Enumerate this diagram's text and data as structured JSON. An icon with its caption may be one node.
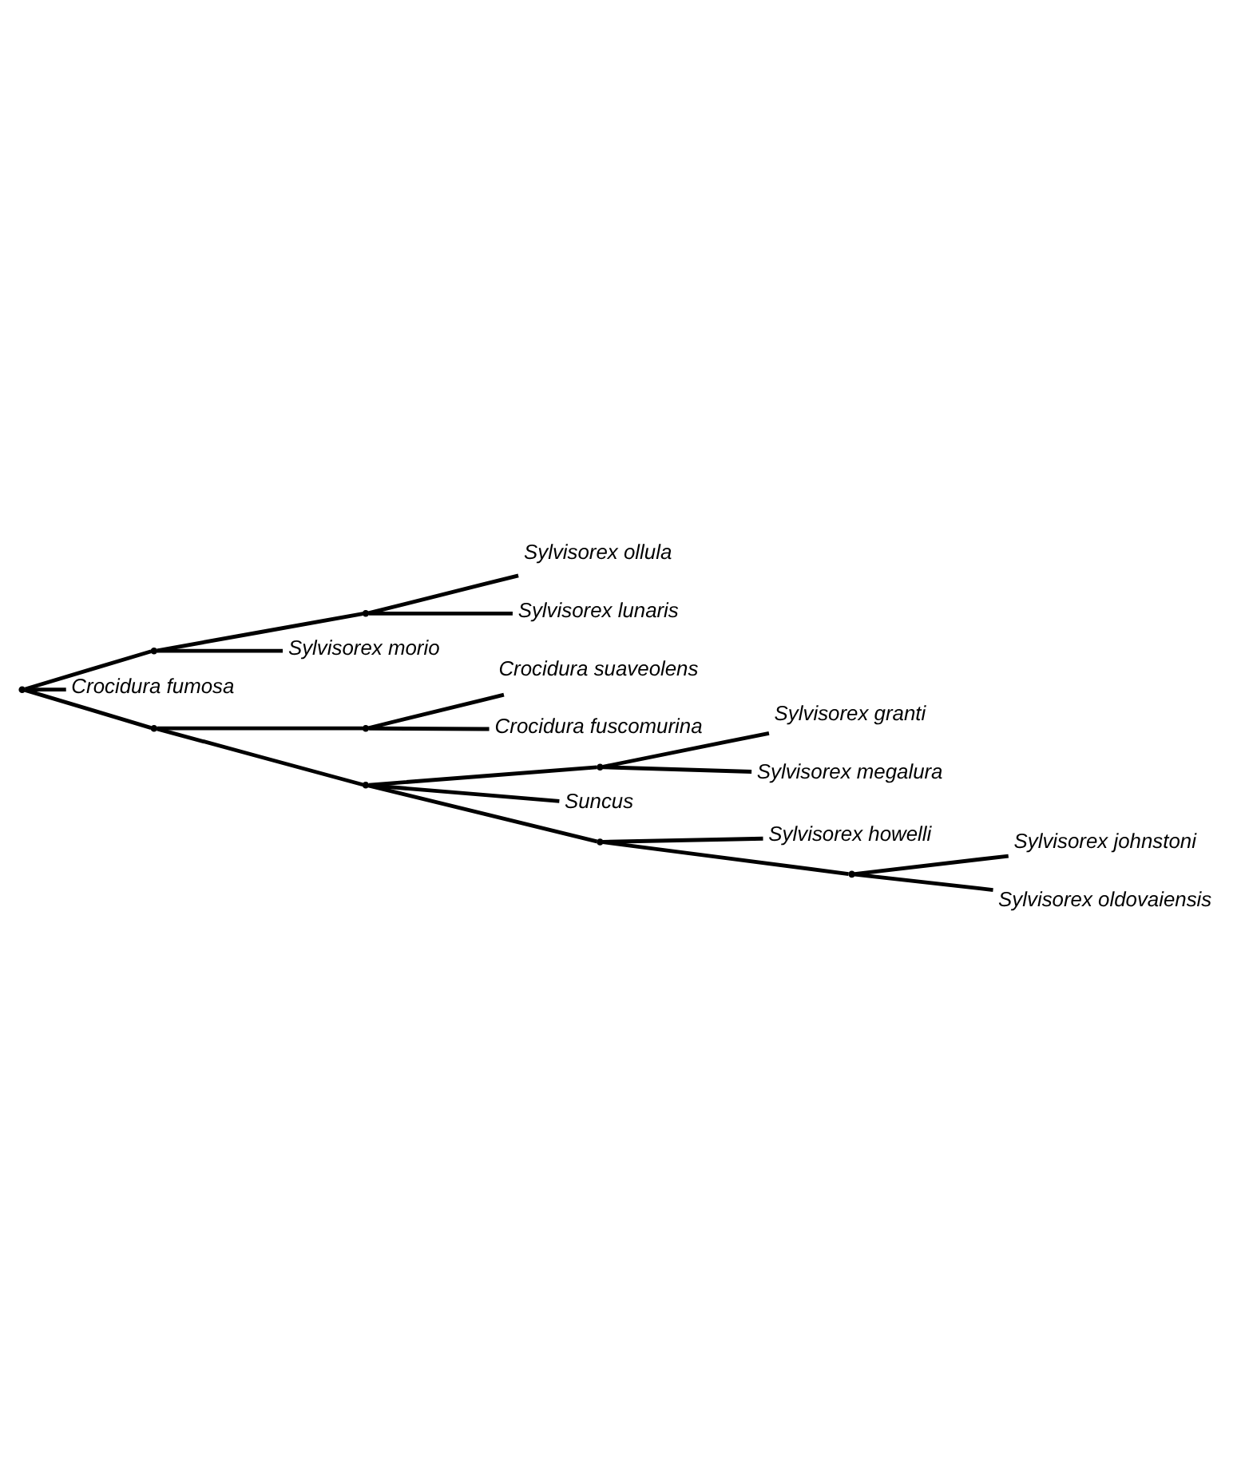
{
  "diagram": {
    "nodes": [
      {
        "text": [],
        "shape": "point"
      },
      {
        "text": [],
        "shape": "point"
      },
      {
        "text": [],
        "shape": "point"
      },
      {
        "text": [
          "Sylvisorex ollula"
        ]
      },
      {
        "text": [
          "Sylvisorex lunaris"
        ]
      },
      {
        "text": [
          "Sylvisorex morio"
        ]
      },
      {
        "text": [
          "Crocidura fumosa"
        ]
      },
      {
        "text": [],
        "shape": "point"
      },
      {
        "text": [],
        "shape": "point"
      },
      {
        "text": [
          "Crocidura suaveolens"
        ]
      },
      {
        "text": [
          "Crocidura fuscomurina"
        ]
      },
      {
        "text": [],
        "shape": "point"
      },
      {
        "text": [],
        "shape": "point"
      },
      {
        "text": [
          "Sylvisorex granti"
        ]
      },
      {
        "text": [
          "Sylvisorex megalura"
        ]
      },
      {
        "text": [
          "Suncus"
        ]
      },
      {
        "text": [],
        "shape": "point"
      },
      {
        "text": [
          "Sylvisorex howelli"
        ]
      },
      {
        "text": [],
        "shape": "point"
      },
      {
        "text": [
          "Sylvisorex johnstoni"
        ]
      },
      {
        "text": [
          "Sylvisorex oldovaiensis"
        ]
      }
    ],
    "edges": [
      {
        "from": 0,
        "to": 1,
        "arrow": "none"
      },
      {
        "from": 1,
        "to": 2,
        "arrow": "none"
      },
      {
        "from": 2,
        "to": 3,
        "arrow": "none"
      },
      {
        "from": 2,
        "to": 4,
        "arrow": "none"
      },
      {
        "from": 1,
        "to": 5,
        "arrow": "none"
      },
      {
        "from": 0,
        "to": 6,
        "arrow": "none"
      },
      {
        "from": 0,
        "to": 7,
        "arrow": "none"
      },
      {
        "from": 7,
        "to": 8,
        "arrow": "none"
      },
      {
        "from": 8,
        "to": 9,
        "arrow": "none"
      },
      {
        "from": 8,
        "to": 10,
        "arrow": "none"
      },
      {
        "from": 7,
        "to": 11,
        "arrow": "none"
      },
      {
        "from": 11,
        "to": 12,
        "arrow": "none"
      },
      {
        "from": 12,
        "to": 13,
        "arrow": "none"
      },
      {
        "from": 12,
        "to": 14,
        "arrow": "none"
      },
      {
        "from": 11,
        "to": 15,
        "arrow": "none"
      },
      {
        "from": 11,
        "to": 16,
        "arrow": "none"
      },
      {
        "from": 16,
        "to": 17,
        "arrow": "none"
      },
      {
        "from": 16,
        "to": 18,
        "arrow": "none"
      },
      {
        "from": 18,
        "to": 19,
        "arrow": "none"
      },
      {
        "from": 18,
        "to": 20,
        "arrow": "none"
      }
    ]
  }
}
